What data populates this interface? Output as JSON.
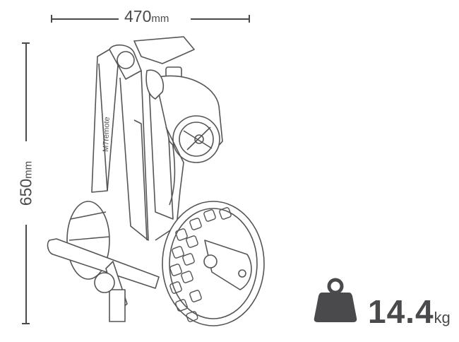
{
  "dimensions": {
    "width": {
      "value": "470",
      "unit": "mm"
    },
    "height": {
      "value": "650",
      "unit": "mm"
    }
  },
  "product": {
    "brand_text": "M7remote"
  },
  "weight": {
    "value": "14.4",
    "unit": "kg",
    "icon": "weight-icon"
  },
  "colors": {
    "ink": "#4a4a4c",
    "line": "#555555"
  }
}
